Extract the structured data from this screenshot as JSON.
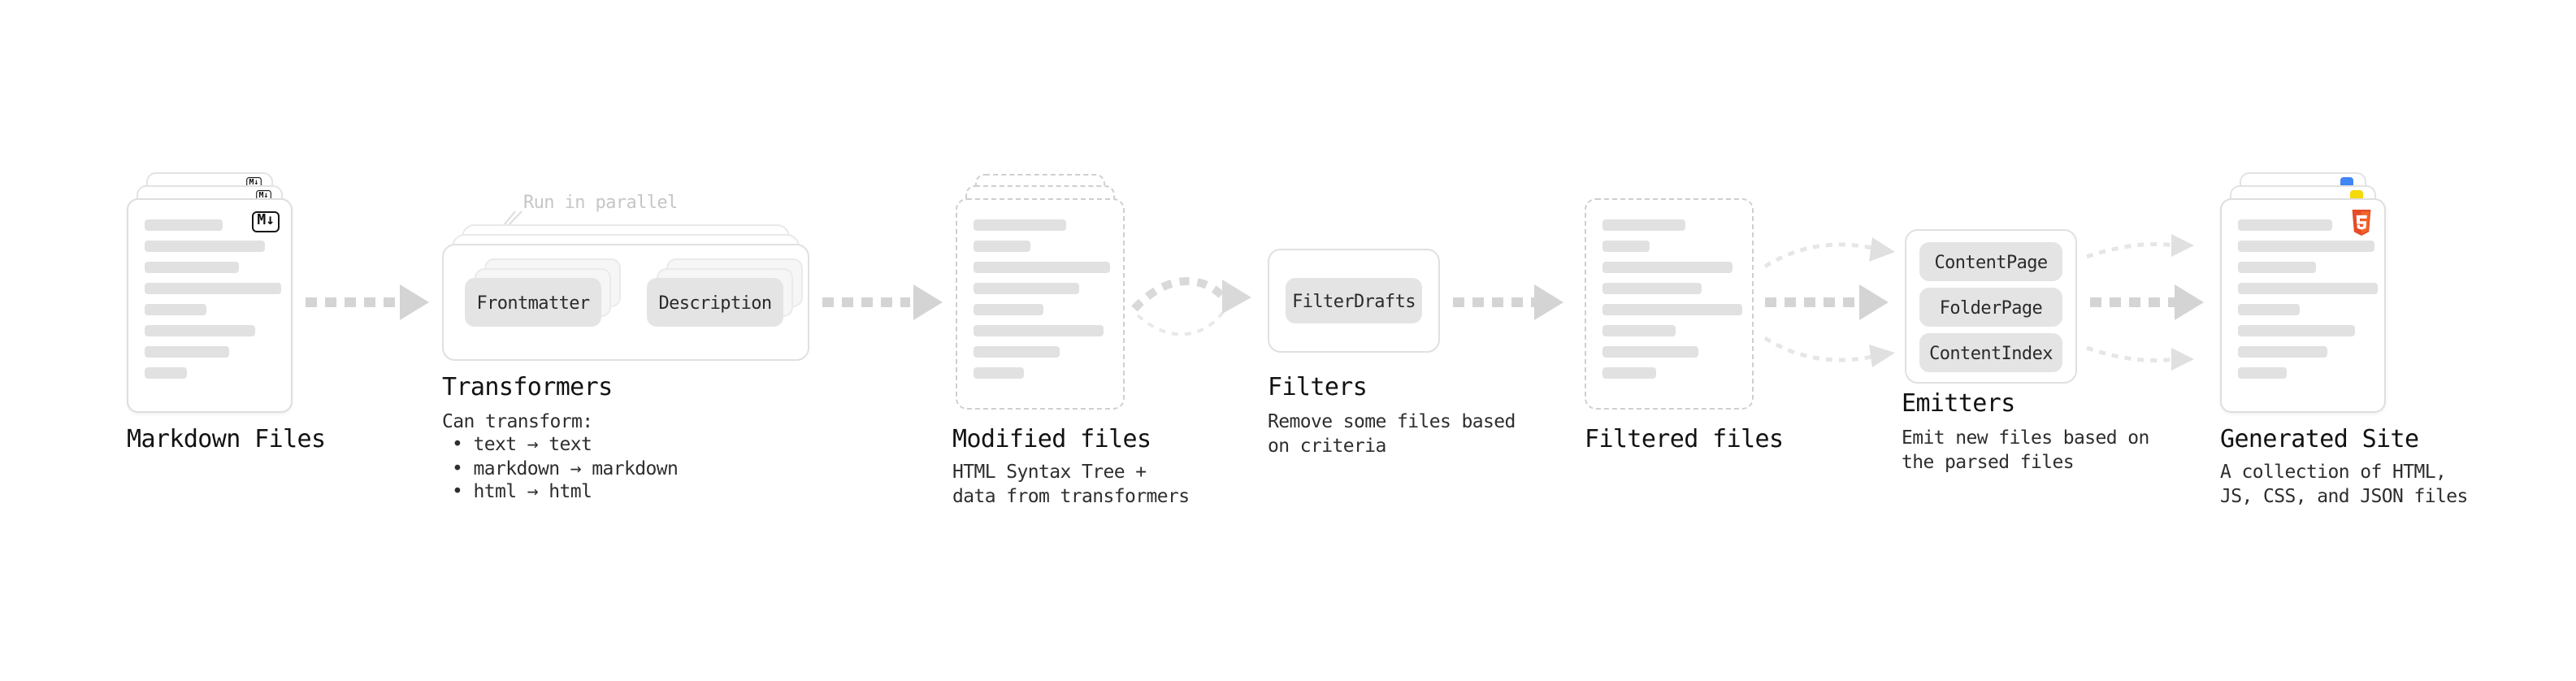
{
  "pipeline": {
    "markdown_files": {
      "label": "Markdown Files",
      "icon_text": "M↓"
    },
    "transformers": {
      "label": "Transformers",
      "callout": "Run in parallel",
      "step1": "Frontmatter",
      "step2": "Description",
      "can_transform_title": "Can transform:",
      "bullets": [
        "• text → text",
        "• markdown → markdown",
        "• html → html"
      ]
    },
    "modified_files": {
      "label": "Modified files",
      "description": "HTML Syntax Tree +\ndata from transformers"
    },
    "filters": {
      "label": "Filters",
      "step1": "FilterDrafts",
      "description": "Remove some files based\non criteria"
    },
    "filtered_files": {
      "label": "Filtered files"
    },
    "emitters": {
      "label": "Emitters",
      "steps": [
        "ContentPage",
        "FolderPage",
        "ContentIndex"
      ],
      "description": "Emit new files based on\nthe parsed files"
    },
    "generated_site": {
      "label": "Generated Site",
      "description": "A collection of HTML,\nJS, CSS, and JSON files"
    },
    "colors": {
      "arrow": "#d4d4d4",
      "light_arrow": "#e4e4e4",
      "accent_html": "#e44d26",
      "accent_js": "#f5d90a",
      "accent_json": "#4285f4"
    }
  }
}
